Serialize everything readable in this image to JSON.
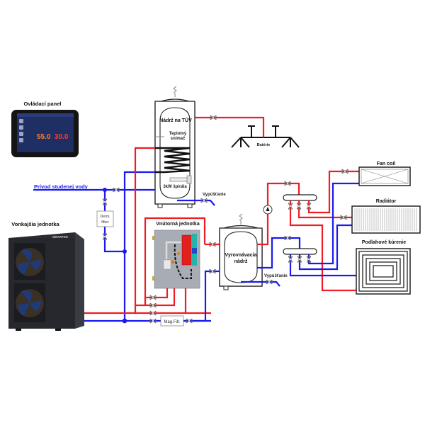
{
  "labels": {
    "control_panel": "Ovládací panel",
    "dhw_tank": "Nádrž na TÚV",
    "temp_sensor": "Teplotný snímač",
    "temp_sensor_line1": "Teplotný",
    "temp_sensor_line2": "snímač",
    "heater": "3kW špirála",
    "radiators_top": "Batérie",
    "cold_water_supply": "Prívod studenej vody",
    "outdoor_unit": "Vonkajšia jednotka",
    "indoor_unit": "Vnútorná jednotka",
    "buffer_tank_line1": "Vyrovnávacia",
    "buffer_tank_line2": "nádrž",
    "drain_1": "Vypúšťanie",
    "drain_2": "Vypúšťanie",
    "demi_filter_line1": "Demi.",
    "demi_filter_line2": "filter",
    "mag_filter": "Mag.Filt.",
    "fan_coil": "Fan coil",
    "radiator": "Radiátor",
    "floor_heating": "Podlahové kúrenie",
    "brand": "SMARTEK"
  },
  "control_panel_screen": {
    "value_left": "55.0",
    "value_right": "30.0"
  },
  "colors": {
    "hot_pipe": "#ee1c24",
    "cold_pipe": "#1a1aee",
    "cold_water_label": "#1a1aee",
    "unit_body": "#2b2d33",
    "fan_blade": "#1f3a78",
    "indoor_panel": "#a8acb4"
  }
}
